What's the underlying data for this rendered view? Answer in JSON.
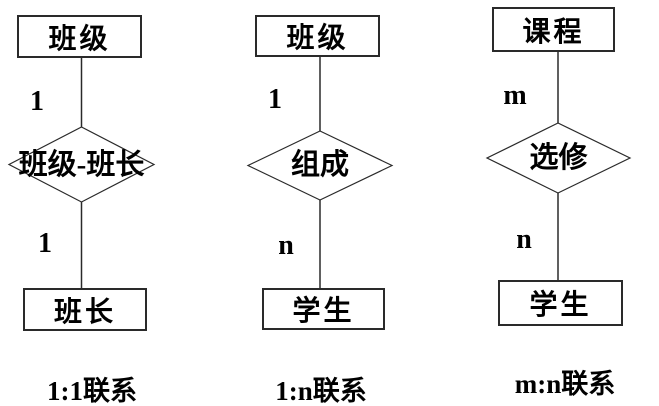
{
  "diagram": {
    "kind": "entity-relationship-examples",
    "colors": {
      "background": "#ffffff",
      "line": "#2a2a2a",
      "text": "#000000"
    },
    "columns": [
      {
        "top_entity": "班级",
        "top_cardinality": "1",
        "relationship": "班级-班长",
        "bottom_cardinality": "1",
        "bottom_entity": "班长",
        "caption": "1:1联系"
      },
      {
        "top_entity": "班级",
        "top_cardinality": "1",
        "relationship": "组成",
        "bottom_cardinality": "n",
        "bottom_entity": "学生",
        "caption": "1:n联系"
      },
      {
        "top_entity": "课程",
        "top_cardinality": "m",
        "relationship": "选修",
        "bottom_cardinality": "n",
        "bottom_entity": "学生",
        "caption": "m:n联系"
      }
    ]
  }
}
